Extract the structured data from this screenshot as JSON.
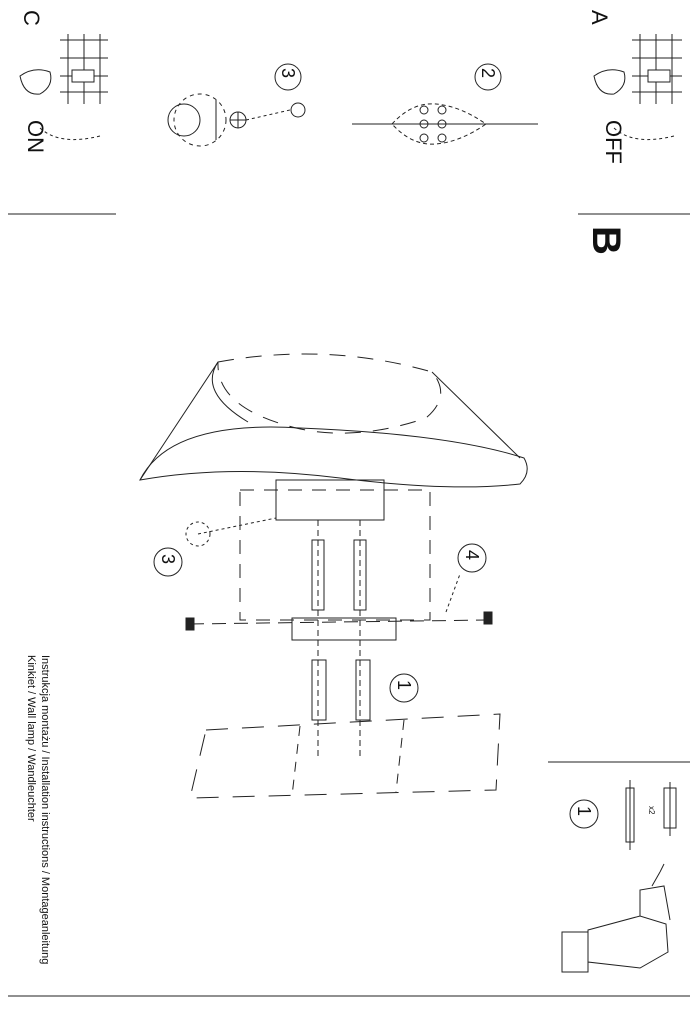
{
  "document": {
    "title_lines": [
      "Instrukcja montażu / Installation instructions / Montageanleitung",
      "Kinkiet / Wall lamp / Wandleuchter"
    ],
    "panel_labels": {
      "a": "A",
      "b": "B",
      "c": "C"
    },
    "switch_states": {
      "on": "ON",
      "off": "OFF"
    },
    "step_numbers": {
      "s1": "1",
      "s2": "2",
      "s3": "3",
      "s4": "4"
    },
    "quantity": "x2"
  }
}
